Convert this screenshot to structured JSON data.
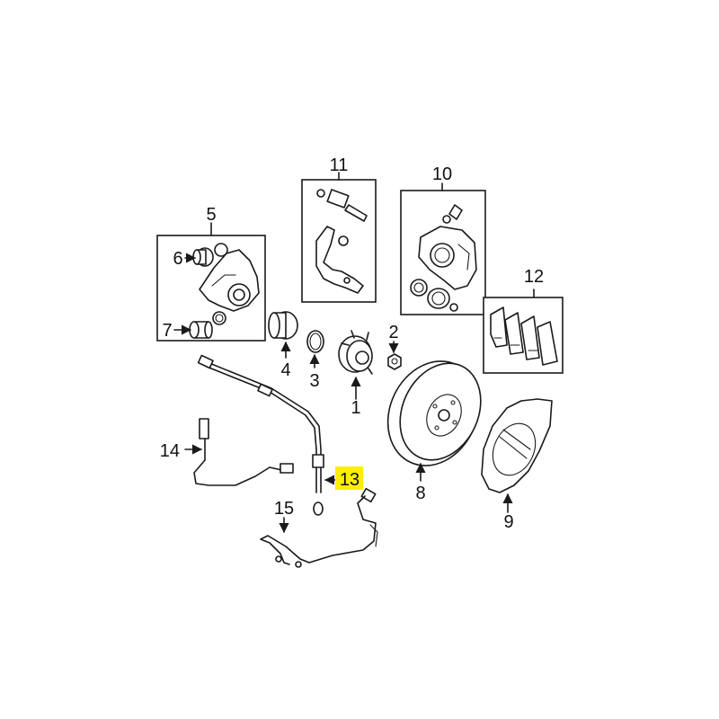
{
  "callouts": {
    "c1": "1",
    "c2": "2",
    "c3": "3",
    "c4": "4",
    "c5": "5",
    "c6": "6",
    "c7": "7",
    "c8": "8",
    "c9": "9",
    "c10": "10",
    "c11": "11",
    "c12": "12",
    "c13": "13",
    "c14": "14",
    "c15": "15"
  },
  "highlight": {
    "callout": "13",
    "color": "#ffee00"
  }
}
